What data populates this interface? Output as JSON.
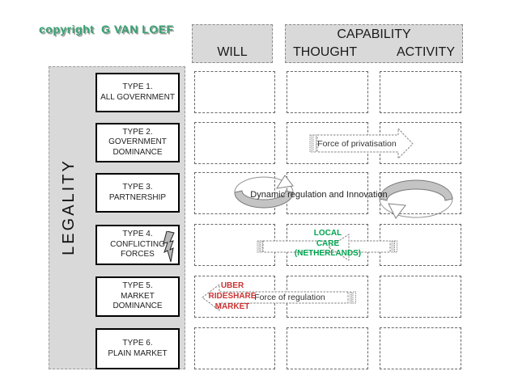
{
  "copyright": "copyright  G VAN LOEF",
  "header": {
    "will": "WILL",
    "capability": "CAPABILITY",
    "thought": "THOUGHT",
    "activity": "ACTIVITY"
  },
  "axis": {
    "legality": "LEGALITY"
  },
  "types": [
    {
      "lines": [
        "TYPE 1.",
        "ALL GOVERNMENT"
      ]
    },
    {
      "lines": [
        "TYPE 2.",
        "GOVERNMENT",
        "DOMINANCE"
      ]
    },
    {
      "lines": [
        "TYPE 3.",
        "PARTNERSHIP"
      ]
    },
    {
      "lines": [
        "TYPE 4.",
        "CONFLICTING",
        "FORCES"
      ]
    },
    {
      "lines": [
        "TYPE 5.",
        "MARKET",
        "DOMINANCE"
      ]
    },
    {
      "lines": [
        "TYPE 6.",
        "PLAIN MARKET"
      ]
    }
  ],
  "annotations": {
    "privatisation": "Force of privatisation",
    "dynamic_regulation": "Dynamic regulation and Innovation",
    "local_care": [
      "LOCAL",
      "CARE",
      "(NETHERLANDS)"
    ],
    "uber": [
      "UBER",
      "RIDESHARE",
      "MARKET"
    ],
    "regulation": "Force of regulation"
  },
  "icons": {
    "lightning": "lightning-bolt",
    "cycle_left": "cycle-arrow",
    "cycle_right": "cycle-arrow",
    "striped_right_arrow": "striped-right-arrow",
    "striped_left_arrow": "striped-left-arrow",
    "striped_bar_left_arrow": "striped-bar-left-arrowhead"
  },
  "colors": {
    "copyright_green": "#36A172",
    "local_care_green": "#00A54F",
    "uber_red": "#CC3333",
    "panel_gray": "#D9D9D9",
    "arrow_outline": "#808080",
    "cycle_fill": "#C4C4C4"
  }
}
